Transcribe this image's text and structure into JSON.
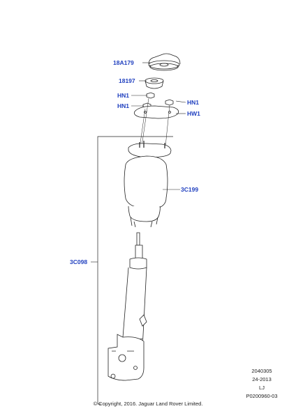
{
  "callouts": {
    "c18A179": "18A179",
    "c18197": "18197",
    "hn1_left_top": "HN1",
    "hn1_left_bottom": "HN1",
    "hn1_right": "HN1",
    "hw1": "HW1",
    "c3C199": "3C199",
    "c3C098": "3C098"
  },
  "reference": {
    "line1": "2040305",
    "line2": "24-2013",
    "line3": "LJ",
    "line4": "P0200960-03"
  },
  "copyright": "© Copyright, 2016. Jaguar Land Rover Limited.",
  "colors": {
    "callout": "#1f3fbf",
    "line": "#222222"
  }
}
